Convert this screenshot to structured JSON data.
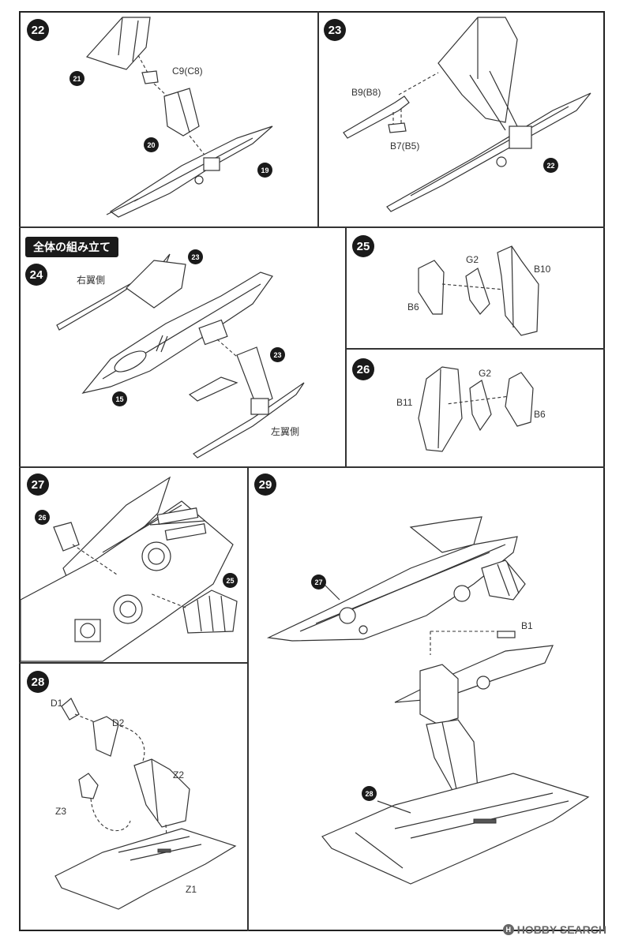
{
  "section_title": "全体の組み立て",
  "steps": {
    "s22": {
      "num": "22",
      "parts": [
        "21",
        "20",
        "19"
      ],
      "labels": [
        "C9(C8)"
      ]
    },
    "s23": {
      "num": "23",
      "parts": [
        "22"
      ],
      "labels": [
        "B9(B8)",
        "B7(B5)"
      ]
    },
    "s24": {
      "num": "24",
      "parts": [
        "23",
        "23",
        "15"
      ],
      "labels": [
        "右翼側",
        "左翼側"
      ]
    },
    "s25": {
      "num": "25",
      "labels": [
        "G2",
        "B10",
        "B6"
      ]
    },
    "s26": {
      "num": "26",
      "labels": [
        "G2",
        "B11",
        "B6"
      ]
    },
    "s27": {
      "num": "27",
      "parts": [
        "26",
        "25"
      ]
    },
    "s28": {
      "num": "28",
      "labels": [
        "D1",
        "D2",
        "Z2",
        "Z3",
        "Z1"
      ]
    },
    "s29": {
      "num": "29",
      "parts": [
        "27",
        "28"
      ],
      "labels": [
        "B1"
      ]
    }
  },
  "watermark": {
    "logo": "H",
    "text": "HOBBY SEARCH"
  }
}
